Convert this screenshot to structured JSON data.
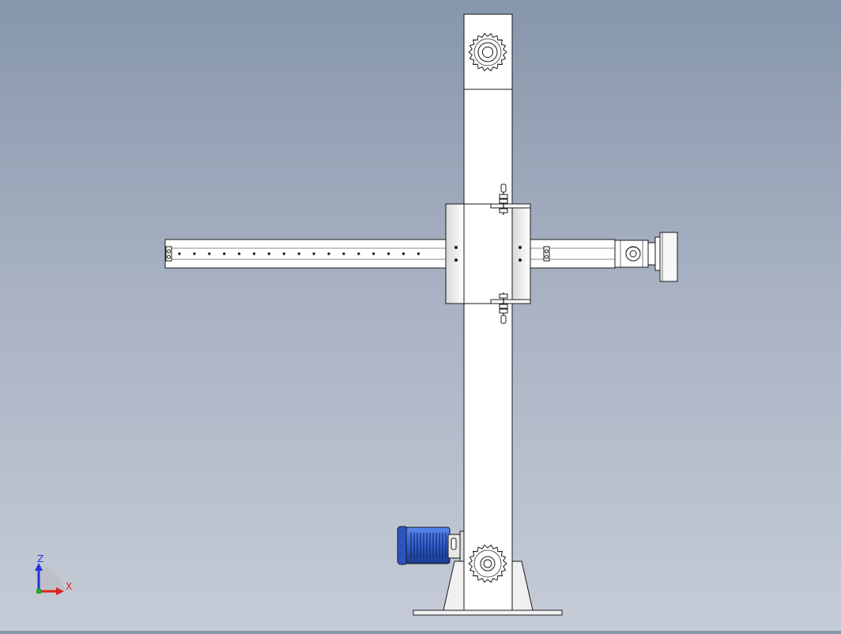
{
  "view": {
    "background_top": "#8796ab",
    "background_bottom": "#c6ccd7",
    "line_color": "#1a1a1a",
    "part_fill": "#ffffff",
    "motor_color": "#2f5fd0"
  },
  "triad": {
    "z_label": "Z",
    "x_label": "X",
    "z_color": "#2233dd",
    "x_color": "#dd2222"
  },
  "parts": [
    "top-sprocket-housing",
    "vertical-column",
    "horizontal-boom",
    "carriage",
    "welding-head",
    "drive-motor",
    "bottom-sprocket",
    "base-plate"
  ]
}
